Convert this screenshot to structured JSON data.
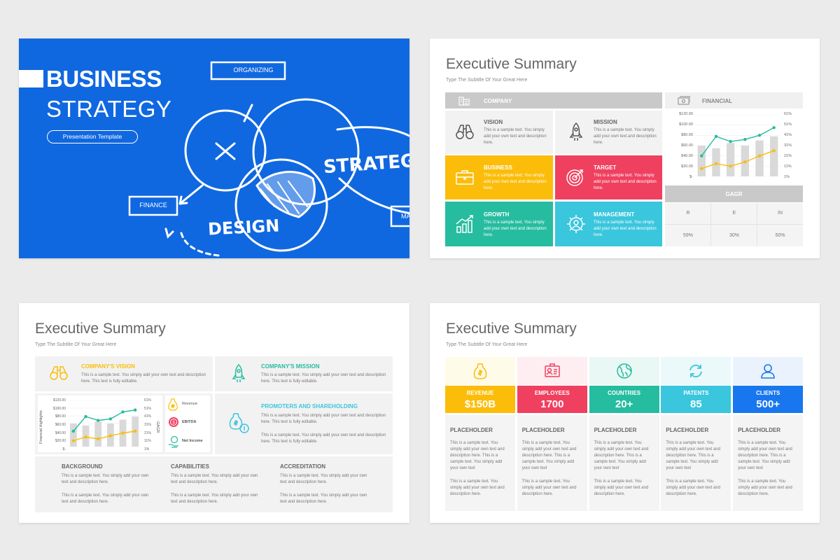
{
  "slide1": {
    "title_bold": "BUSINESS",
    "title_light": "STRATEGY",
    "pill": "Presentation Template",
    "labels": {
      "organizing": "ORGANIZING",
      "finance": "FINANCE",
      "ma": "MA",
      "strategy": "STRATEGY",
      "design": "DESIGN",
      "x": "X"
    }
  },
  "slide2": {
    "title": "Executive Summary",
    "subtitle": "Type The Subtitle Of Your Great Here",
    "company_label": "COMPANY",
    "financial_label": "FINANCIAL",
    "cards": [
      {
        "title": "VISION",
        "text": "This is a sample text. You simply add your own text and description here.",
        "icon": "binoculars-icon"
      },
      {
        "title": "MISSION",
        "text": "This is a sample text. You simply add your own text and description here.",
        "icon": "rocket-icon"
      },
      {
        "title": "BUSINESS",
        "text": "This is a sample text. You simply add your own text and description here.",
        "icon": "briefcase-icon"
      },
      {
        "title": "TARGET",
        "text": "This is a sample text. You simply add your own text and description here.",
        "icon": "target-icon"
      },
      {
        "title": "GROWTH",
        "text": "This is a sample text. You simply add your own text and description here.",
        "icon": "growth-chart-icon"
      },
      {
        "title": "MANAGEMENT",
        "text": "This is a sample text. You simply add your own text and description here.",
        "icon": "gear-person-icon"
      }
    ],
    "gagr_label": "GAGR",
    "gagr_cols": [
      {
        "head": "R",
        "value": "59%"
      },
      {
        "head": "E",
        "value": "30%"
      },
      {
        "head": "IN",
        "value": "50%"
      }
    ],
    "colors": {
      "yellow": "#fbbd0a",
      "red": "#f0405f",
      "green": "#26bc9f",
      "cyan": "#3ac6dd",
      "gray": "#c9c9c9"
    }
  },
  "chart_data": [
    {
      "type": "line",
      "x": [
        "1",
        "2",
        "3",
        "4",
        "5",
        "6"
      ],
      "y_left_ticks": [
        "$120.00",
        "$100.00",
        "$80.00",
        "$60.00",
        "$40.00",
        "$20.00",
        "$-"
      ],
      "y_right_ticks": [
        "61%",
        "51%",
        "41%",
        "31%",
        "21%",
        "11%",
        "1%"
      ],
      "ylim": [
        0,
        120
      ],
      "series": [
        {
          "values": [
            60,
            55,
            65,
            60,
            70,
            78
          ],
          "color": "#d9d9d9",
          "kind": "bar"
        },
        {
          "values": [
            40,
            78,
            68,
            72,
            80,
            95
          ],
          "color": "#26bc9f"
        },
        {
          "values": [
            15,
            25,
            20,
            28,
            40,
            50
          ],
          "color": "#fbbd0a"
        }
      ]
    },
    {
      "type": "line",
      "ylabel": "Financial Highlights",
      "y2label": "GAGR",
      "y_left_ticks": [
        "$120.00",
        "$100.00",
        "$80.00",
        "$60.00",
        "$40.00",
        "$20.00",
        "$-"
      ],
      "y_right_ticks": [
        "61%",
        "51%",
        "41%",
        "31%",
        "21%",
        "11%",
        "1%"
      ],
      "ylim": [
        0,
        120
      ],
      "series": [
        {
          "values": [
            60,
            55,
            65,
            60,
            70,
            78
          ],
          "color": "#d9d9d9",
          "kind": "bar"
        },
        {
          "values": [
            40,
            78,
            68,
            72,
            90,
            95
          ],
          "color": "#26bc9f"
        },
        {
          "values": [
            15,
            25,
            20,
            28,
            35,
            40
          ],
          "color": "#fbbd0a"
        }
      ]
    }
  ],
  "slide3": {
    "title": "Executive Summary",
    "subtitle": "Type The Subtitle Of Your Great Here",
    "vision_title": "COMPANY'S VISION",
    "vision_text": "This is a sample text. You simply add your own text and description here. This text is fully editable.",
    "mission_title": "COMPANY'S MISSION",
    "mission_text": "This is a sample text. You simply add your own text and description here. This text is fully editable.",
    "promoters_title": "PROMOTERS AND SHAREHOLDING",
    "promoters_text1": "This is a sample text. You simply add your own text and description here. This text is fully editable.",
    "promoters_text2": "This is a sample text. You simply add your own text and description here. This text is fully editable.",
    "legend": [
      "Revenue",
      "EBITDA",
      "Net Income"
    ],
    "bottom": [
      {
        "title": "BACKGROUND",
        "t1": "This is a sample text. You simply add your own text and description here.",
        "t2": "This is a sample text. You simply add your own text and description here."
      },
      {
        "title": "CAPABILITIES",
        "t1": "This is a sample text. You simply add your own text and description here.",
        "t2": "This is a sample text. You simply add your own text and description here."
      },
      {
        "title": "ACCREDITATION",
        "t1": "This is a sample text. You simply add your own text and description here.",
        "t2": "This is a sample text. You simply add your own text and description here."
      }
    ]
  },
  "slide4": {
    "title": "Executive Summary",
    "subtitle": "Type The Subtitle Of Your Great Here",
    "cols": [
      {
        "label": "REVENUE",
        "value": "$150B",
        "color": "#fbbd0a",
        "tint": "#fffbe9",
        "icon": "money-bag-icon",
        "ph": "PLACEHOLDER",
        "t1": "This is a sample text. You simply add your own text and description here. This is a sample text. You simply add your own text",
        "t2": "This is a sample text. You simply add your own text and description here."
      },
      {
        "label": "EMPLOYEES",
        "value": "1700",
        "color": "#f0405f",
        "tint": "#feeef1",
        "icon": "id-card-icon",
        "ph": "PLACEHOLDER",
        "t1": "This is a sample text. You simply add your own text and description here. This is a sample text. You simply add your own text",
        "t2": "This is a sample text. You simply add your own text and description here."
      },
      {
        "label": "COUNTRIES",
        "value": "20+",
        "color": "#26bc9f",
        "tint": "#eaf8f5",
        "icon": "globe-icon",
        "ph": "PLACEHOLDER",
        "t1": "This is a sample text. You simply add your own text and description here. This is a sample text. You simply add your own text",
        "t2": "This is a sample text. You simply add your own text and description here."
      },
      {
        "label": "PATENTS",
        "value": "85",
        "color": "#3ac6dd",
        "tint": "#ebf9fb",
        "icon": "refresh-icon",
        "ph": "PLACEHOLDER",
        "t1": "This is a sample text. You simply add your own text and description here. This is a sample text. You simply add your own text",
        "t2": "This is a sample text. You simply add your own text and description here."
      },
      {
        "label": "CLIENTS",
        "value": "500+",
        "color": "#1877ee",
        "tint": "#eaf2fd",
        "icon": "user-icon",
        "ph": "PLACEHOLDER",
        "t1": "This is a sample text. You simply add your own text and description here. This is a sample text. You simply add your own text",
        "t2": "This is a sample text. You simply add your own text and description here."
      }
    ]
  }
}
